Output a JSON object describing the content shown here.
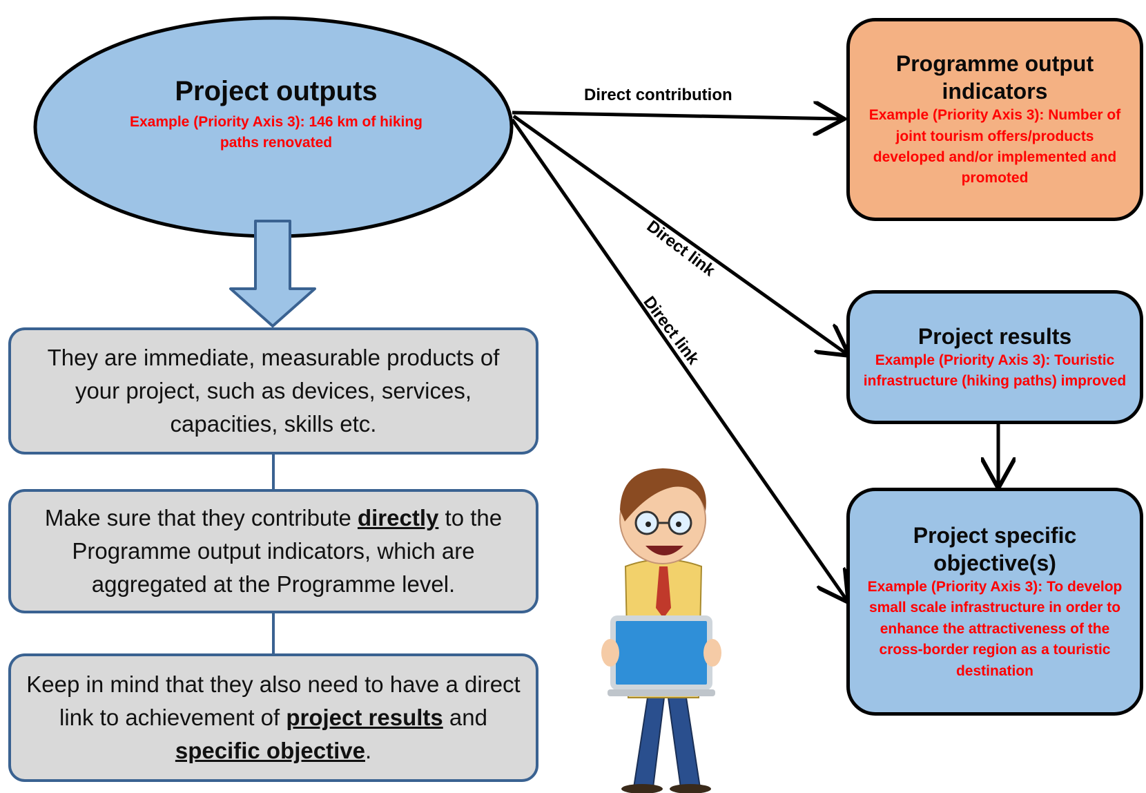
{
  "project_outputs": {
    "title": "Project outputs",
    "example": "Example (Priority Axis 3): 146 km of hiking paths renovated"
  },
  "programme_output_indicators": {
    "title": "Programme output indicators",
    "example": "Example (Priority Axis 3): Number of joint tourism offers/products developed and/or implemented and promoted"
  },
  "project_results": {
    "title": "Project results",
    "example": "Example (Priority Axis 3): Touristic infrastructure (hiking paths) improved"
  },
  "project_specific_objectives": {
    "title": "Project specific objective(s)",
    "example": "Example (Priority Axis 3): To develop small scale infrastructure in order to enhance the attractiveness of the cross-border region as a touristic destination"
  },
  "edges": {
    "direct_contribution": "Direct contribution",
    "direct_link_results": "Direct link",
    "direct_link_objective": "Direct link"
  },
  "info_boxes": {
    "box1": "They are immediate, measurable products of your project, such as devices, services, capacities, skills etc.",
    "box2": {
      "part1": "Make sure that they contribute ",
      "emph": "directly",
      "part2": " to the Programme output indicators, which are aggregated at the Programme level."
    },
    "box3": {
      "part1": "Keep in mind that they also need to have a direct link to achievement of ",
      "emph1": "project results",
      "part2": " and ",
      "emph2": "specific objective",
      "part3": "."
    }
  },
  "colors": {
    "ellipse_fill": "#9dc3e6",
    "programme_box_fill": "#f4b183",
    "results_box_fill": "#9dc3e6",
    "info_box_fill": "#d9d9d9",
    "info_box_border": "#3a6291",
    "example_text": "#ff0000"
  }
}
